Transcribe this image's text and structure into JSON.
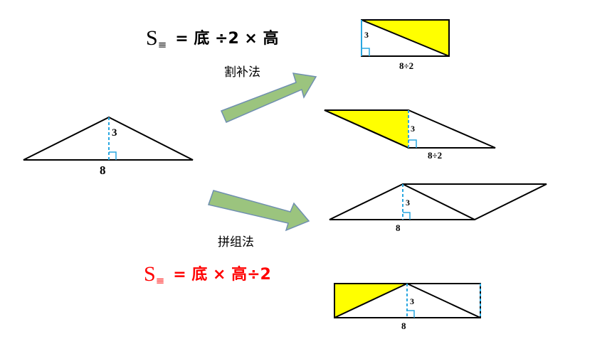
{
  "formula_top": {
    "symbol": "S",
    "subscript": "≡",
    "expression": "= 底 ÷2 × 高",
    "color": "#000000"
  },
  "formula_bottom": {
    "symbol": "S",
    "subscript": "≡",
    "expression": "= 底 × 高÷2",
    "color": "#ff0000"
  },
  "methods": {
    "cut_fill": "割补法",
    "combine": "拼组法"
  },
  "labels": {
    "height": "3",
    "base": "8",
    "half_base": "8÷2"
  },
  "colors": {
    "fill_highlight": "#ffff00",
    "arrow_fill": "#9bc47e",
    "arrow_stroke": "#6f8fb0",
    "height_line": "#29a7e0"
  }
}
